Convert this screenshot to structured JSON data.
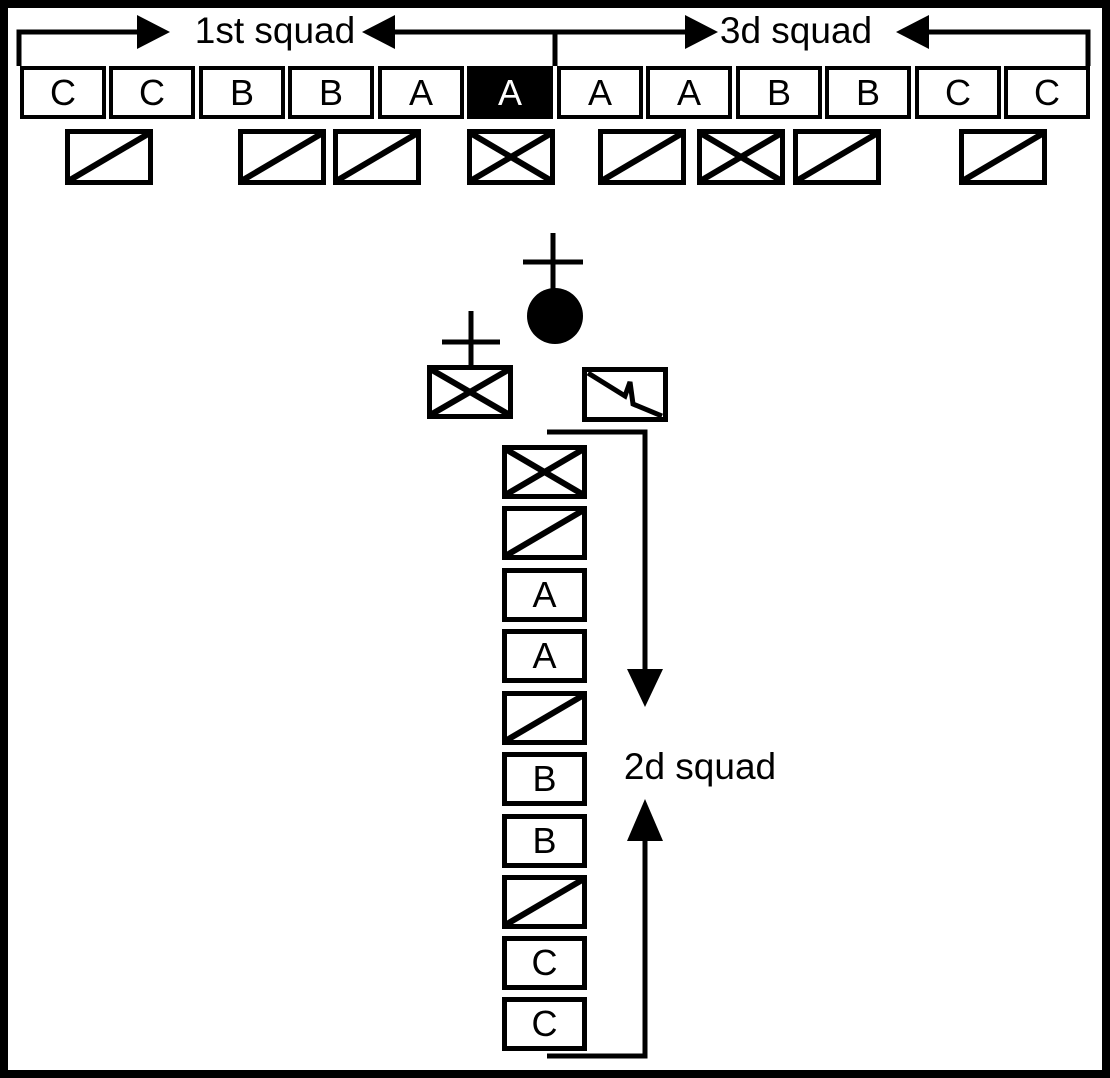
{
  "page": {
    "background": "#ffffff",
    "ink": "#000000"
  },
  "labels": {
    "squad1": "1st squad",
    "squad3": "3d squad",
    "squad2": "2d squad"
  },
  "line_formation": {
    "soldiers": [
      {
        "label": "C",
        "filled": false
      },
      {
        "label": "C",
        "filled": false
      },
      {
        "label": "B",
        "filled": false
      },
      {
        "label": "B",
        "filled": false
      },
      {
        "label": "A",
        "filled": false
      },
      {
        "label": "A",
        "filled": true
      },
      {
        "label": "A",
        "filled": false
      },
      {
        "label": "A",
        "filled": false
      },
      {
        "label": "B",
        "filled": false
      },
      {
        "label": "B",
        "filled": false
      },
      {
        "label": "C",
        "filled": false
      },
      {
        "label": "C",
        "filled": false
      }
    ],
    "leaders": [
      {
        "symbol": "diagonal"
      },
      {
        "symbol": "diagonal"
      },
      {
        "symbol": "diagonal"
      },
      {
        "symbol": "crossed"
      },
      {
        "symbol": "diagonal"
      },
      {
        "symbol": "crossed"
      },
      {
        "symbol": "diagonal"
      },
      {
        "symbol": "diagonal"
      }
    ]
  },
  "command_group": {
    "icons": [
      {
        "name": "plus-staff-icon",
        "shape": "cross-with-staff"
      },
      {
        "name": "filled-circle-icon",
        "shape": "solid-circle"
      },
      {
        "name": "plus-staff-icon",
        "shape": "cross-with-staff"
      },
      {
        "name": "crossed-box-icon",
        "shape": "rectangle-x"
      },
      {
        "name": "lightning-box-icon",
        "shape": "rectangle-lightning"
      }
    ]
  },
  "column_formation": {
    "units": [
      {
        "type": "crossed",
        "label": ""
      },
      {
        "type": "diagonal",
        "label": ""
      },
      {
        "type": "letter",
        "label": "A"
      },
      {
        "type": "letter",
        "label": "A"
      },
      {
        "type": "diagonal",
        "label": ""
      },
      {
        "type": "letter",
        "label": "B"
      },
      {
        "type": "letter",
        "label": "B"
      },
      {
        "type": "diagonal",
        "label": ""
      },
      {
        "type": "letter",
        "label": "C"
      },
      {
        "type": "letter",
        "label": "C"
      }
    ]
  }
}
